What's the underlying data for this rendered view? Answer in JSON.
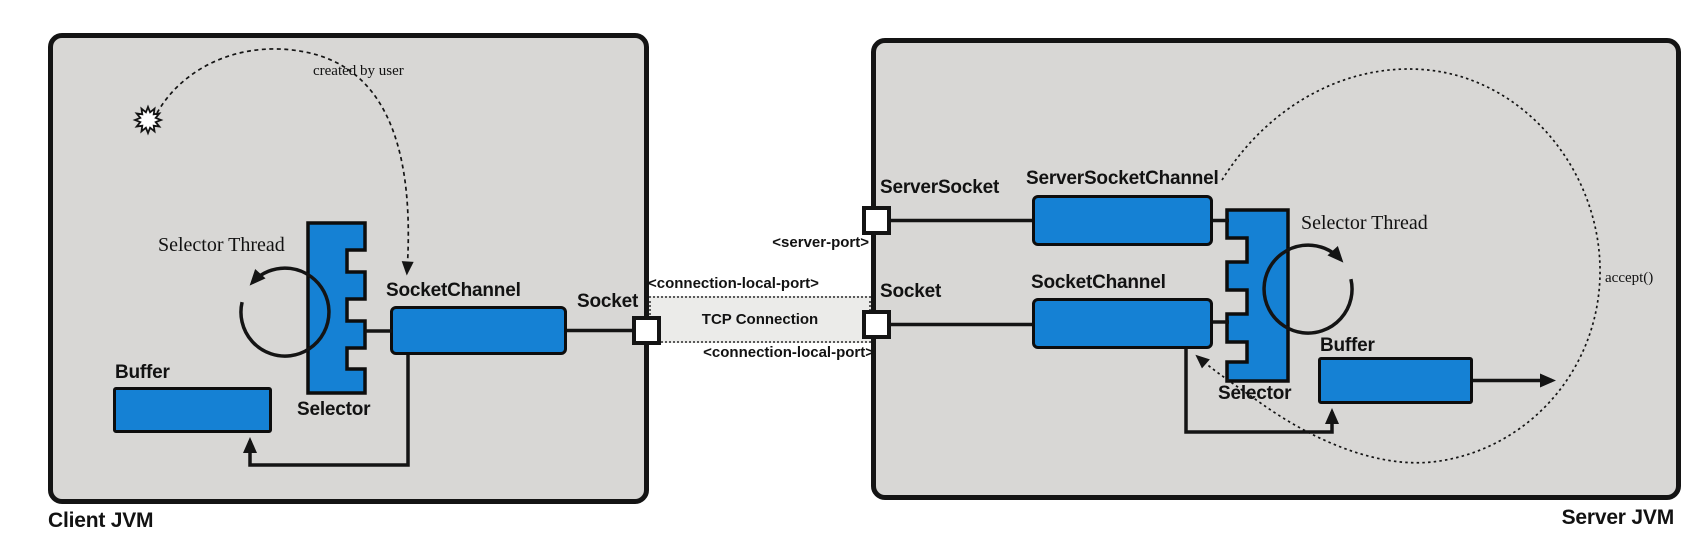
{
  "client": {
    "box_label": "Client JVM",
    "created_by_user": "created by user",
    "selector_thread": "Selector Thread",
    "selector": "Selector",
    "socket_channel": "SocketChannel",
    "socket": "Socket",
    "buffer": "Buffer"
  },
  "connection": {
    "server_port": "<server-port>",
    "local_port_top": "<connection-local-port>",
    "tcp_label": "TCP Connection",
    "local_port_bottom": "<connection-local-port>"
  },
  "server": {
    "box_label": "Server JVM",
    "server_socket": "ServerSocket",
    "server_socket_channel": "ServerSocketChannel",
    "socket": "Socket",
    "socket_channel": "SocketChannel",
    "selector": "Selector",
    "selector_thread": "Selector Thread",
    "buffer": "Buffer",
    "accept": "accept()"
  },
  "colors": {
    "block_blue": "#1581d4",
    "box_gray": "#d8d7d5",
    "band_gray": "#ebebe9",
    "outline": "#141414"
  }
}
